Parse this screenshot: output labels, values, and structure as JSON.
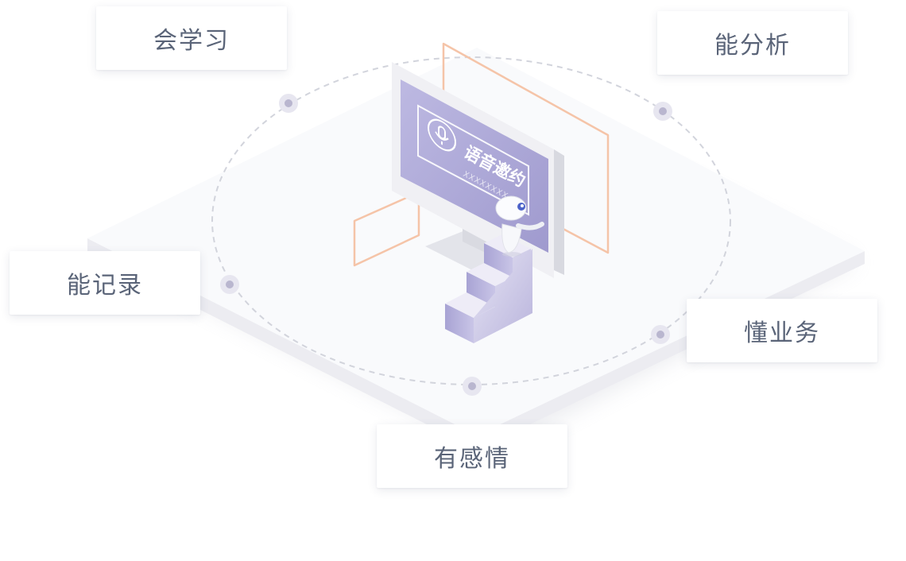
{
  "features": {
    "learn": "会学习",
    "analyze": "能分析",
    "record": "能记录",
    "business": "懂业务",
    "emotion": "有感情"
  },
  "screen": {
    "title": "语音邀约",
    "subtitle": "XXXXXXXX",
    "icon": "microphone-icon"
  },
  "colors": {
    "accent_orange": "#f5c4a8",
    "screen_purple": "#aeaad6",
    "text": "#5a6478",
    "dashed_ring": "#d2d4dc"
  }
}
